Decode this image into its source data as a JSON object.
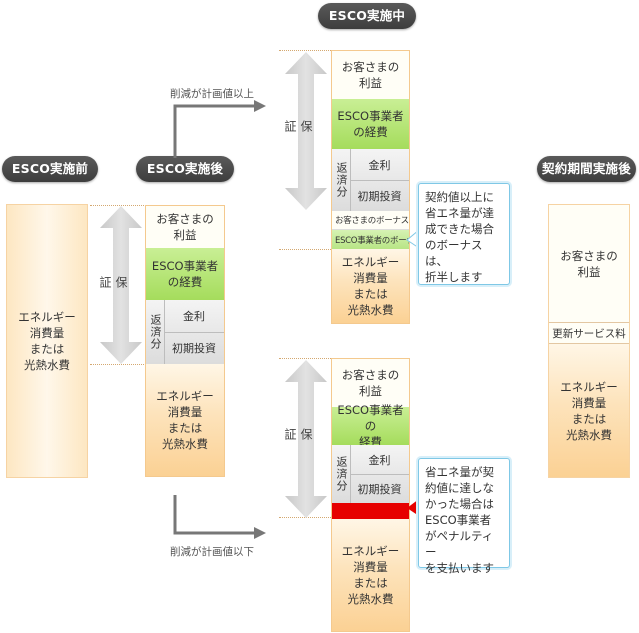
{
  "headers": {
    "before": "ESCO実施前",
    "after": "ESCO実施後",
    "during": "ESCO実施中",
    "post_contract": "契約期間実施後"
  },
  "labels": {
    "customer_profit": "お客さまの\n利益",
    "esco_cost": "ESCO事業者\nの経費",
    "esco_cost_mid": "ESCO事業者の\n経費",
    "repayment": "返済分",
    "interest": "金利",
    "initial_investment": "初期投資",
    "energy": "エネルギー\n消費量\nまたは\n光熱水費",
    "guarantee": "保証",
    "customer_bonus": "お客さまのボーナス",
    "esco_bonus": "ESCO事業者のボーナス",
    "renewal_fee": "更新サービス料"
  },
  "flows": {
    "above_plan": "削減が計画値以上",
    "below_plan": "削減が計画値以下"
  },
  "callouts": {
    "bonus": "契約値以上に\n省エネ量が達\n成できた場合\nのボーナスは、\n折半します",
    "penalty": "省エネ量が契\n約値に達しな\nかった場合は\nESCO事業者\nがペナルティー\nを支払います"
  },
  "colors": {
    "pill": "#464646",
    "green": "#a5dc5c",
    "penalty_red": "#e60000",
    "callout_border": "#7fc8e6",
    "column_border": "#f4c98e"
  }
}
